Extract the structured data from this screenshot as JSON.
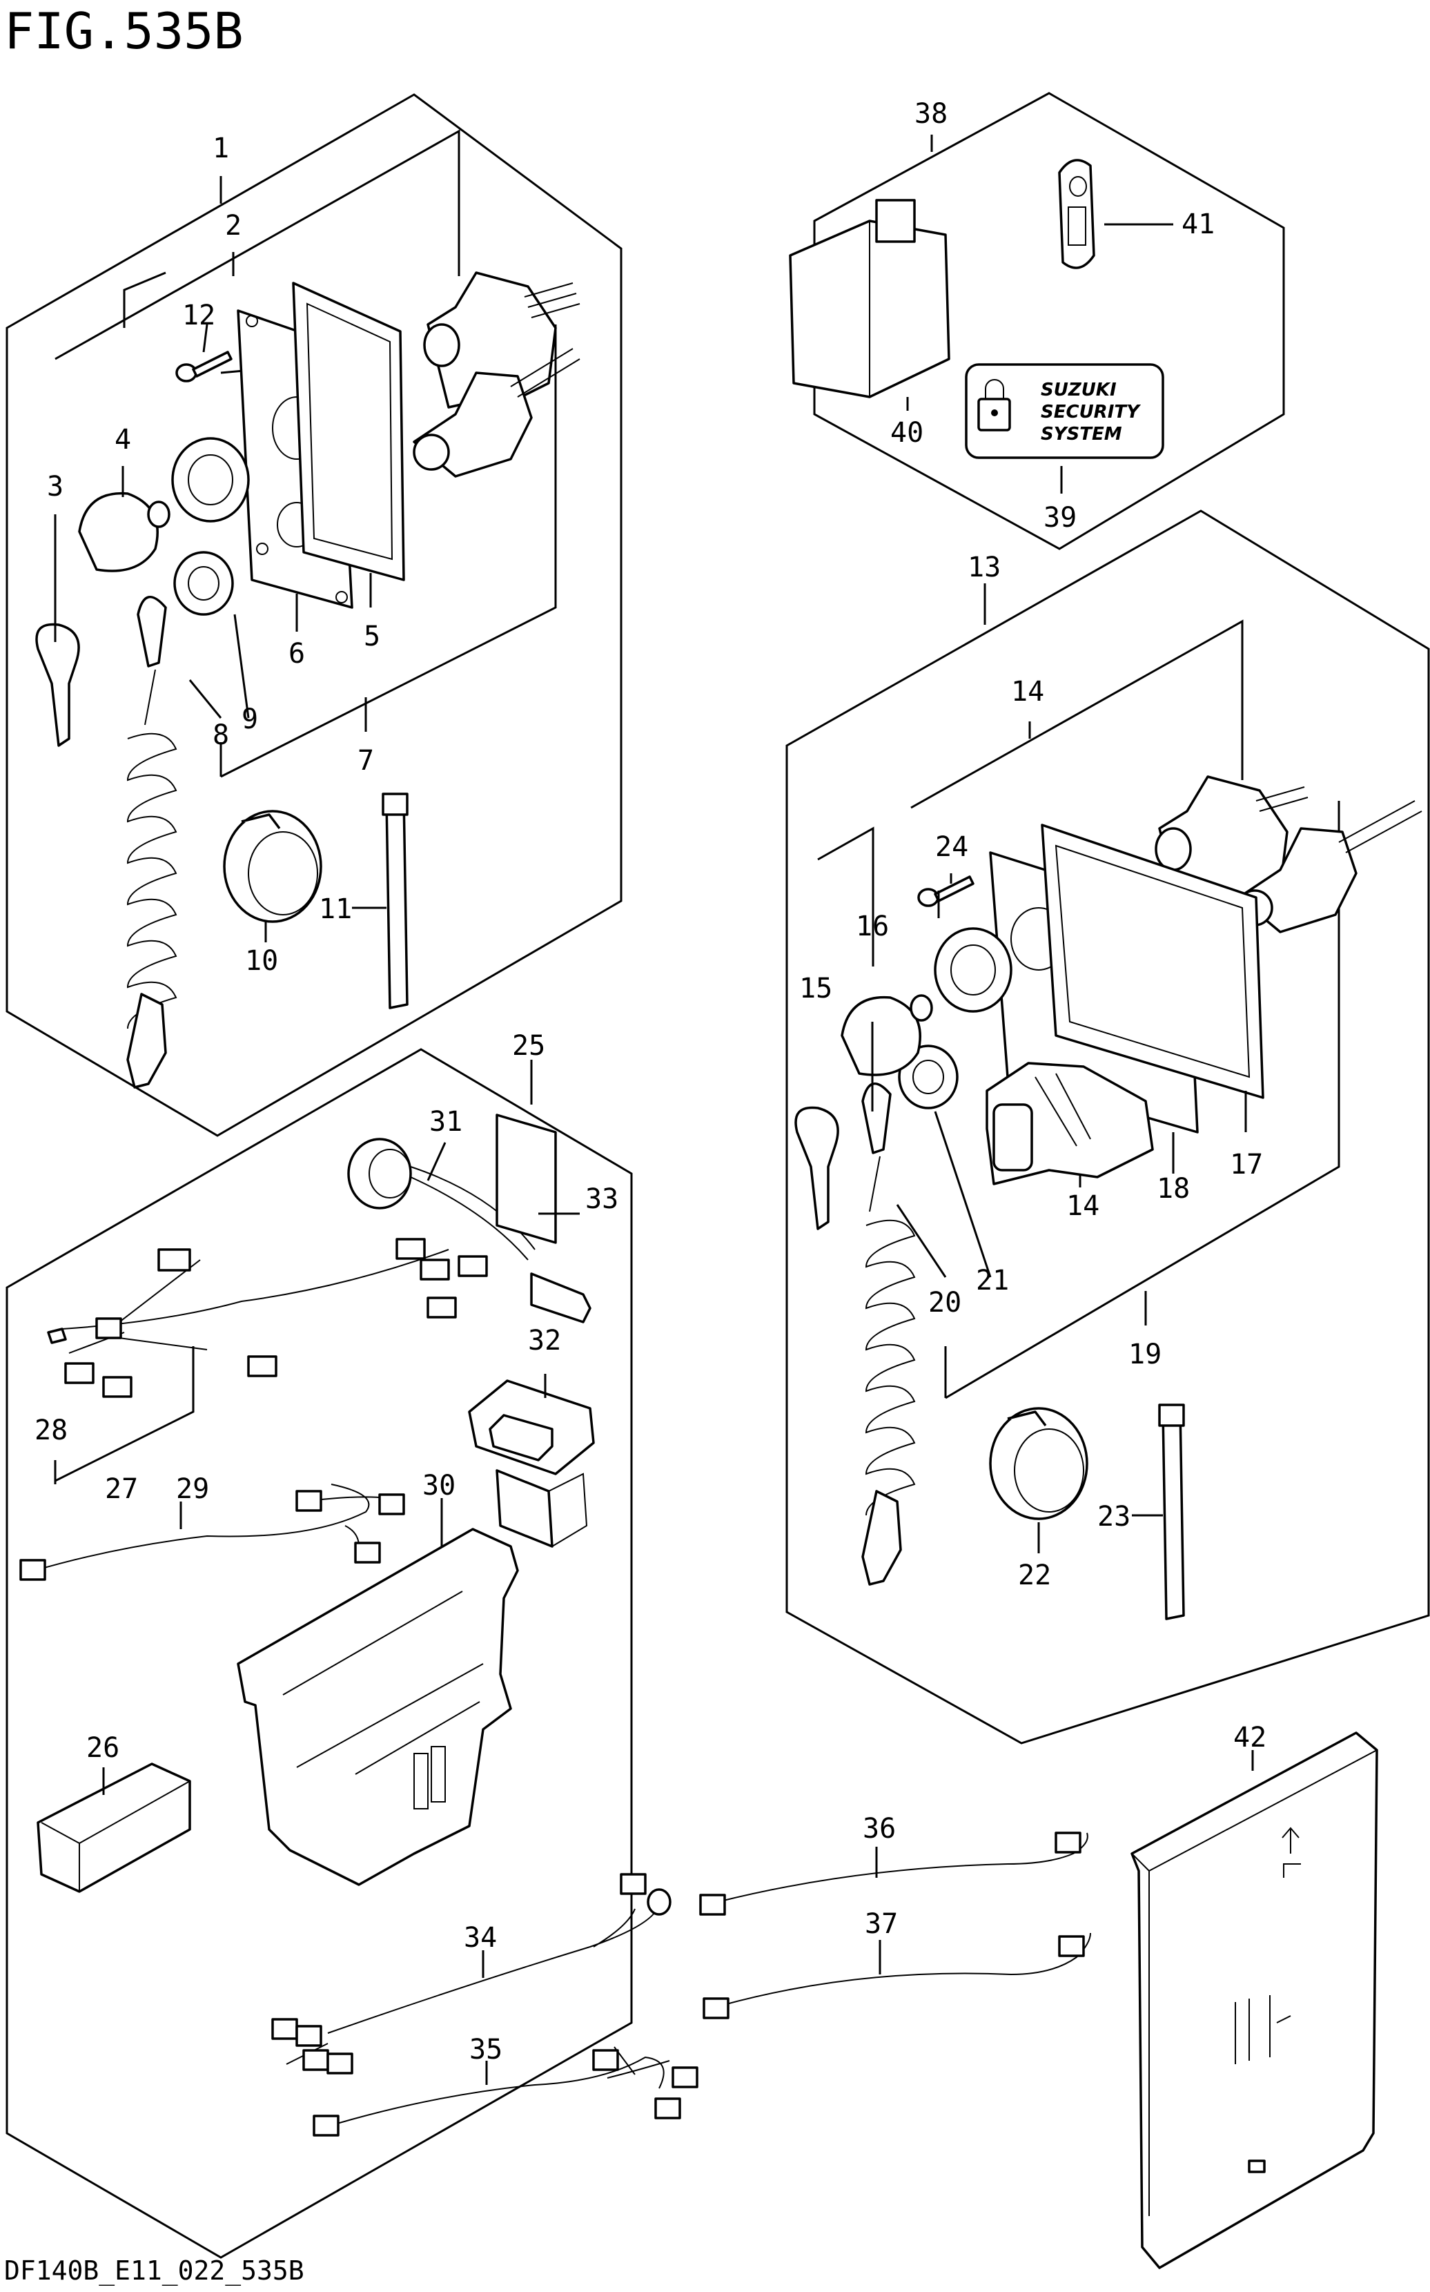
{
  "figure": {
    "title": "FIG.535B",
    "code": "DF140B_E11_022_535B"
  },
  "sticker": {
    "line1": "SUZUKI",
    "line2": "SECURITY",
    "line3": "SYSTEM"
  },
  "callouts": {
    "p1": "1",
    "p2": "2",
    "p3": "3",
    "p4": "4",
    "p5": "5",
    "p6": "6",
    "p7": "7",
    "p8": "8",
    "p9": "9",
    "p10": "10",
    "p11": "11",
    "p12": "12",
    "p13": "13",
    "p14a": "14",
    "p14b": "14",
    "p15": "15",
    "p16": "16",
    "p17": "17",
    "p18": "18",
    "p19": "19",
    "p20": "20",
    "p21": "21",
    "p22": "22",
    "p23": "23",
    "p24": "24",
    "p25": "25",
    "p26": "26",
    "p27": "27",
    "p28": "28",
    "p29": "29",
    "p30": "30",
    "p31": "31",
    "p32": "32",
    "p33": "33",
    "p34": "34",
    "p35": "35",
    "p36": "36",
    "p37": "37",
    "p38": "38",
    "p39": "39",
    "p40": "40",
    "p41": "41",
    "p42": "42"
  },
  "icons": {
    "lock": "padlock-icon",
    "up_arrow": "up-arrow-icon"
  }
}
